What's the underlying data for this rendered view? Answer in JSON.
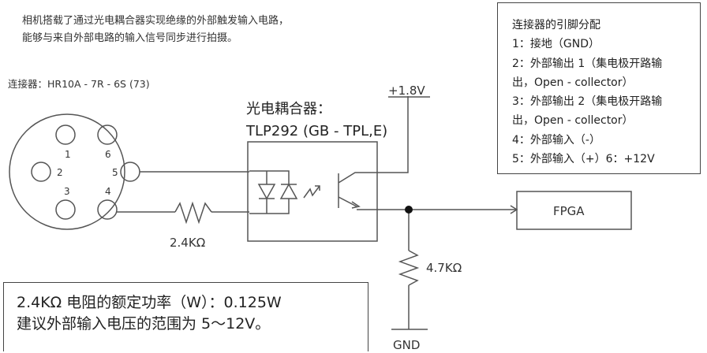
{
  "intro": {
    "line1": "相机搭载了通过光电耦合器实现绝缘的外部触发输入电路，",
    "line2": "能够与来自外部电路的输入信号同步进行拍摄。"
  },
  "connector": {
    "label": "连接器：HR10A - 7R - 6S (73)",
    "pins": [
      "1",
      "2",
      "3",
      "4",
      "5",
      "6"
    ]
  },
  "pin_assignment": {
    "title": "连接器的引脚分配",
    "lines": [
      "1：接地（GND）",
      "2：外部输出 1（集电极开路输",
      "出，Open - collector）",
      "3：外部输出 2（集电极开路输",
      "出，Open - collector）",
      "4：外部输入（-）",
      "5：外部输入（+）6：+12V"
    ]
  },
  "optocoupler": {
    "title": "光电耦合器：",
    "model": "TLP292 (GB - TPL,E)"
  },
  "circuit": {
    "supply": "+1.8V",
    "input_resistor": "2.4KΩ",
    "pulldown_resistor": "4.7KΩ",
    "ground": "GND",
    "target": "FPGA"
  },
  "note": {
    "line1": "2.4KΩ 电阻的额定功率（W）：0.125W",
    "line2": "建议外部输入电压的范围为 5～12V。"
  },
  "colors": {
    "wire": "#555555",
    "outline": "#444444",
    "text": "#222222"
  }
}
